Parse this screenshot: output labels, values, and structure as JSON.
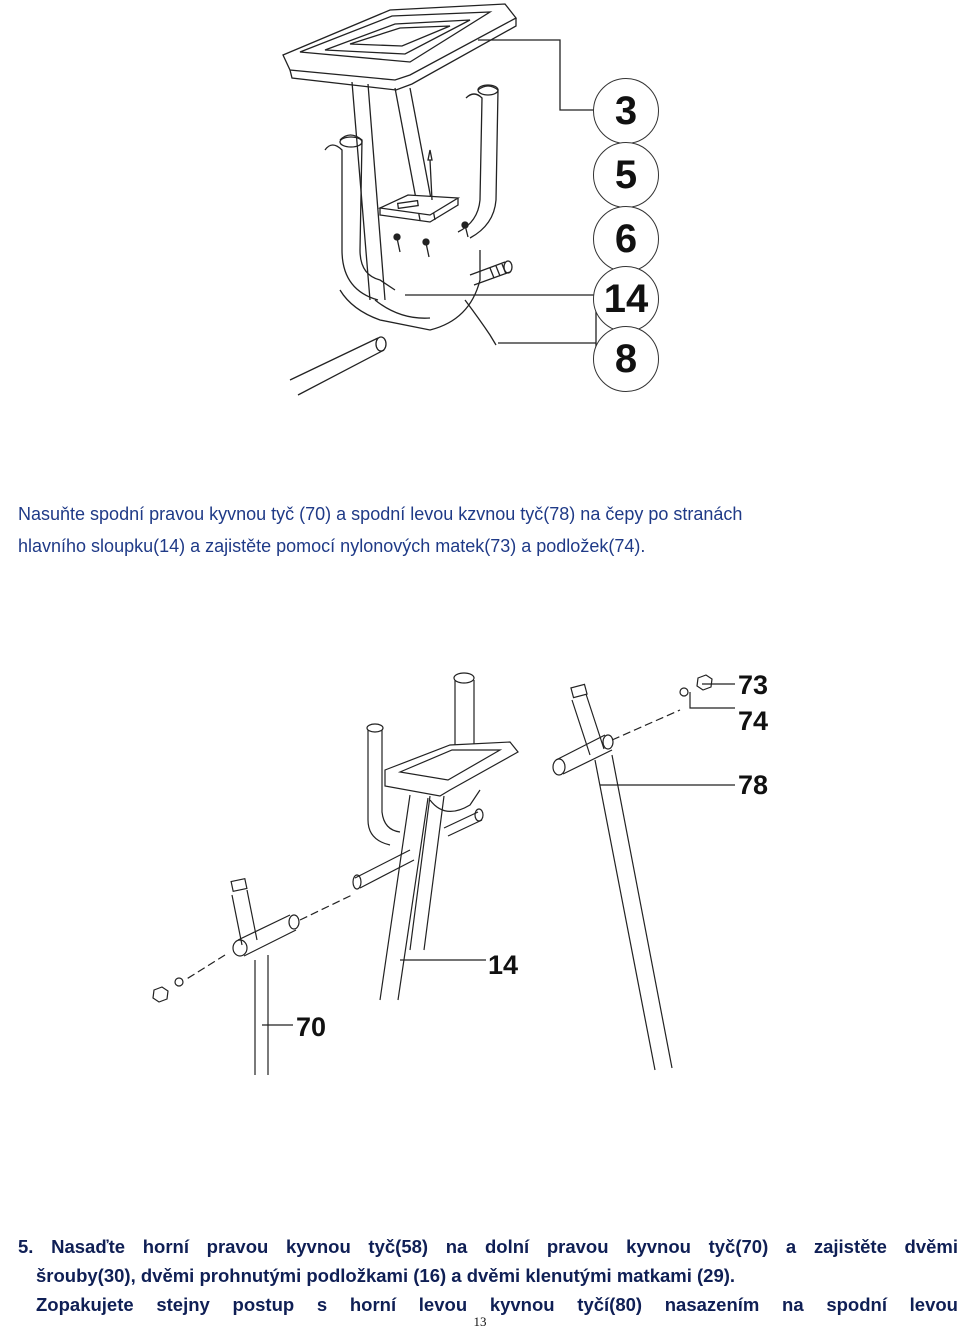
{
  "figure1": {
    "labels": [
      "3",
      "5",
      "6",
      "14",
      "8"
    ]
  },
  "instruction_4": {
    "line1": "Nasuňte spodní pravou kyvnou tyč (70) a spodní levou kzvnou tyč(78) na čepy po stranách",
    "line2": "hlavního sloupku(14) a zajistěte pomocí nylonových matek(73) a podložek(74)."
  },
  "figure2": {
    "label_73": "73",
    "label_74": "74",
    "label_78": "78",
    "label_14": "14",
    "label_70": "70"
  },
  "instruction_5": {
    "line1": "5. Nasaďte horní pravou kyvnou tyč(58) na dolní pravou kyvnou tyč(70) a zajistěte dvěmi",
    "line2": "šrouby(30), dvěmi prohnutými podložkami (16) a dvěmi klenutými matkami (29).",
    "line3": "Zopakujete stejny postup s horní levou kyvnou tyčí(80) nasazením na spodní levou"
  },
  "page_number": "13"
}
